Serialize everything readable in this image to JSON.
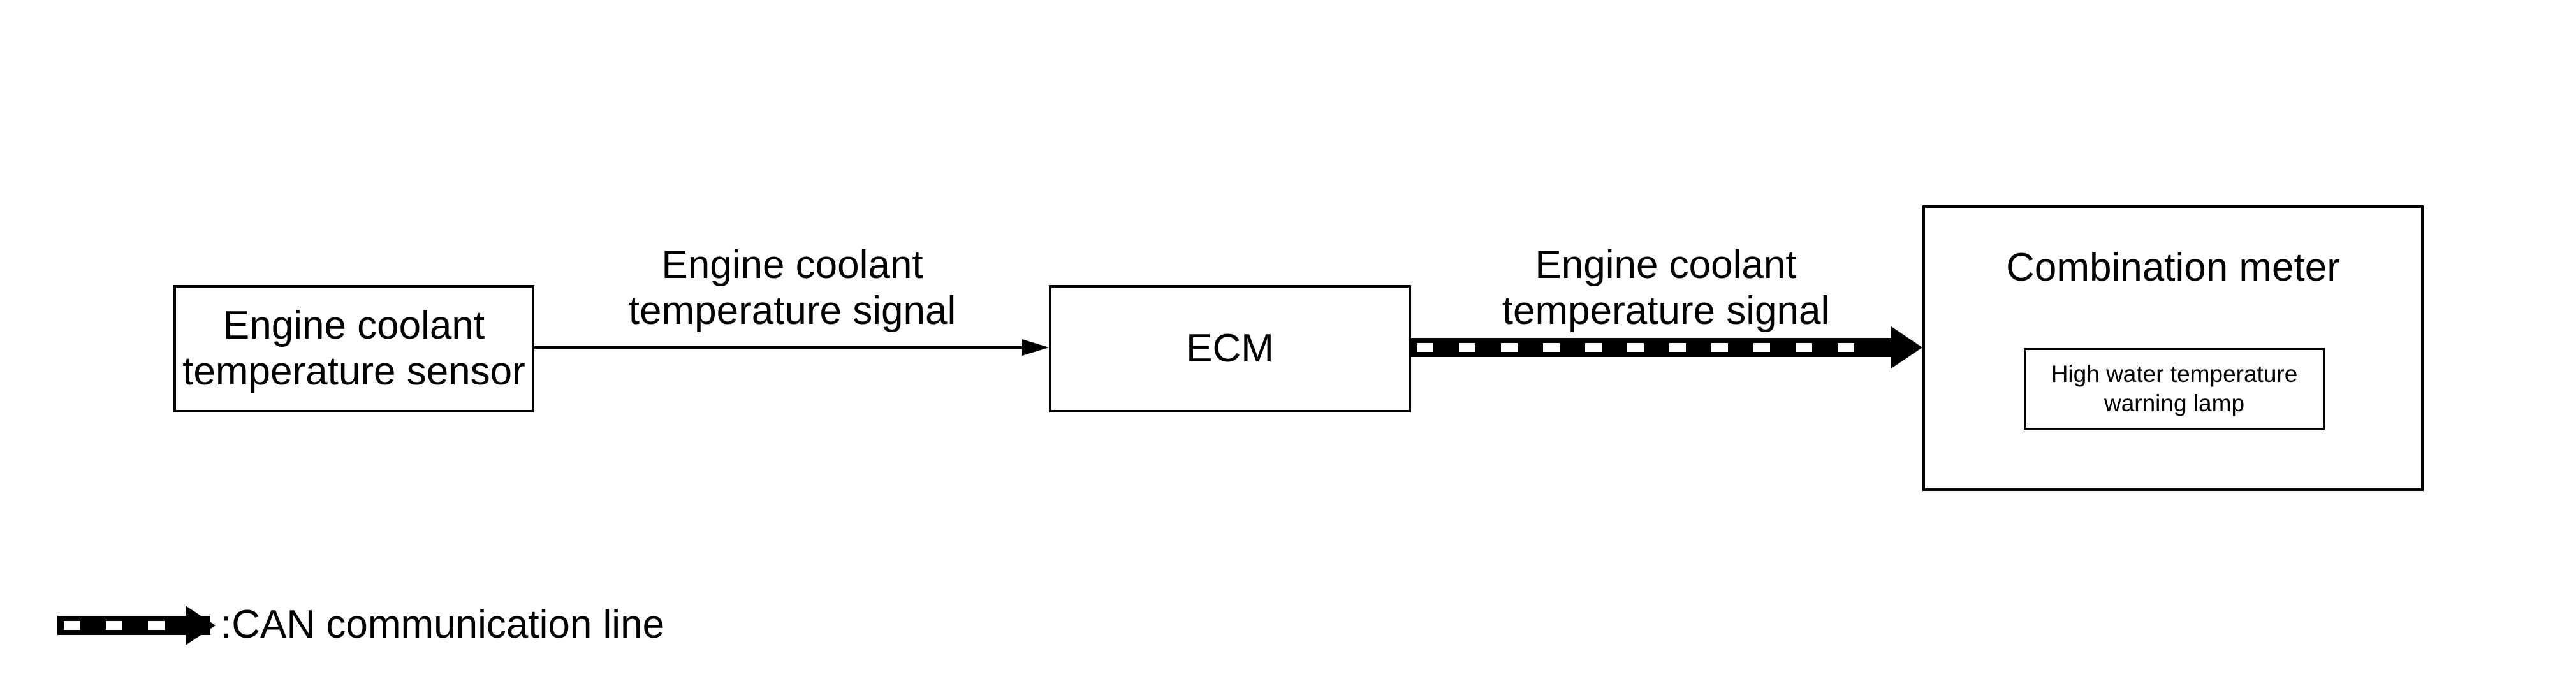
{
  "nodes": {
    "sensor": {
      "line1": "Engine coolant",
      "line2": "temperature sensor"
    },
    "ecm": {
      "label": "ECM"
    },
    "meter": {
      "title": "Combination meter",
      "lamp": {
        "line1": "High water temperature",
        "line2": "warning lamp"
      }
    }
  },
  "edges": {
    "sensor_to_ecm": {
      "line1": "Engine coolant",
      "line2": "temperature signal",
      "style": "signal-line"
    },
    "ecm_to_meter": {
      "line1": "Engine coolant",
      "line2": "temperature signal",
      "style": "CAN communication line"
    }
  },
  "legend": {
    "text": ":CAN communication line"
  },
  "colors": {
    "line": "#000000",
    "background": "#ffffff"
  }
}
